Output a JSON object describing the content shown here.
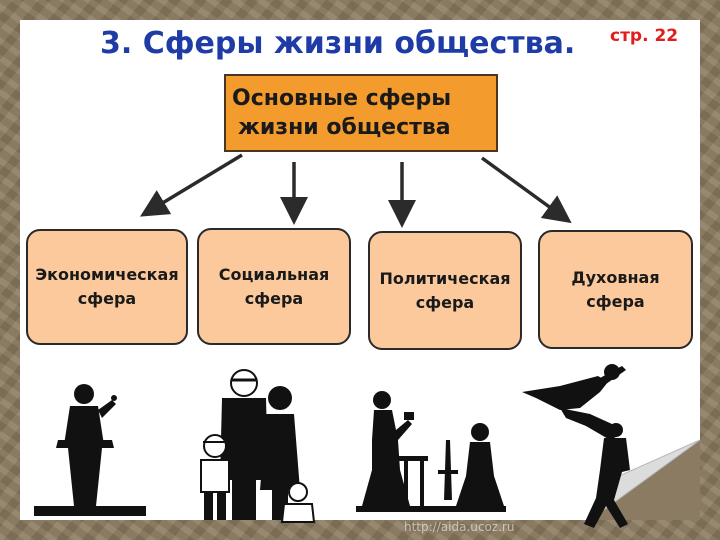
{
  "slide": {
    "title": "3. Сферы жизни общества.",
    "page_ref": "стр. 22",
    "watermark": "http://aida.ucoz.ru"
  },
  "main_box": {
    "line1": "Основные сферы",
    "line2": "жизни общества"
  },
  "spheres": [
    {
      "line1": "Экономическая",
      "line2": "сфера"
    },
    {
      "line1": "Социальная",
      "line2": "сфера"
    },
    {
      "line1": "Политическая",
      "line2": "сфера"
    },
    {
      "line1": "Духовная",
      "line2": "сфера"
    }
  ],
  "colors": {
    "title": "#1f3ba6",
    "page_ref": "#e31b1b",
    "main_box_fill": "#f39b2d",
    "sphere_fill": "#fbc99c",
    "arrow": "#2b2b2b"
  },
  "illustrations": [
    "speaker-at-podium-icon",
    "family-icon",
    "reading-woman-and-musician-icon",
    "dancing-couple-icon"
  ]
}
